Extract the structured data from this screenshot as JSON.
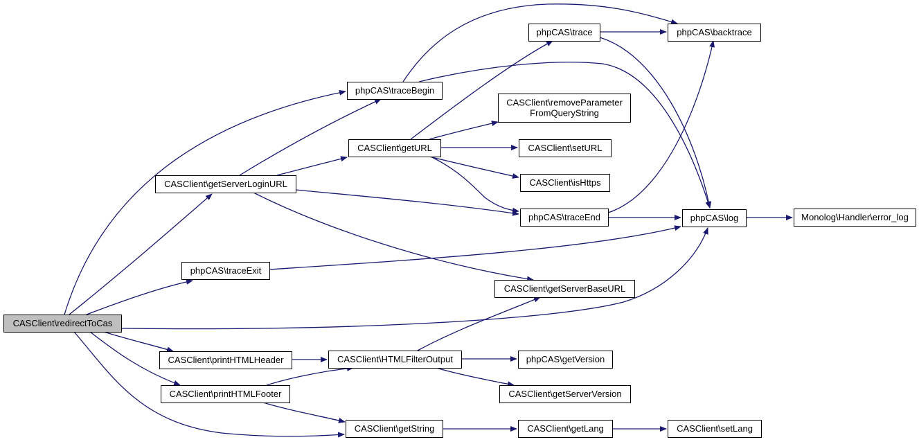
{
  "colors": {
    "edge": "#191970",
    "root_fill": "#bfbfbf",
    "node_fill": "#ffffff",
    "border": "#000000"
  },
  "nodes": {
    "redirectToCas": {
      "lines": [
        "CASClient\\redirectToCas"
      ],
      "root": true
    },
    "traceBegin": {
      "lines": [
        "phpCAS\\traceBegin"
      ]
    },
    "getServerLoginURL": {
      "lines": [
        "CASClient\\getServerLoginURL"
      ]
    },
    "traceExit": {
      "lines": [
        "phpCAS\\traceExit"
      ]
    },
    "printHTMLHeader": {
      "lines": [
        "CASClient\\printHTMLHeader"
      ]
    },
    "printHTMLFooter": {
      "lines": [
        "CASClient\\printHTMLFooter"
      ]
    },
    "trace": {
      "lines": [
        "phpCAS\\trace"
      ]
    },
    "removeParameter": {
      "lines": [
        "CASClient\\removeParameter",
        "FromQueryString"
      ]
    },
    "getURL": {
      "lines": [
        "CASClient\\getURL"
      ]
    },
    "setURL": {
      "lines": [
        "CASClient\\setURL"
      ]
    },
    "isHttps": {
      "lines": [
        "CASClient\\isHttps"
      ]
    },
    "traceEnd": {
      "lines": [
        "phpCAS\\traceEnd"
      ]
    },
    "getServerBaseURL": {
      "lines": [
        "CASClient\\getServerBaseURL"
      ]
    },
    "HTMLFilterOutput": {
      "lines": [
        "CASClient\\HTMLFilterOutput"
      ]
    },
    "getVersion": {
      "lines": [
        "phpCAS\\getVersion"
      ]
    },
    "getServerVersion": {
      "lines": [
        "CASClient\\getServerVersion"
      ]
    },
    "getString": {
      "lines": [
        "CASClient\\getString"
      ]
    },
    "getLang": {
      "lines": [
        "CASClient\\getLang"
      ]
    },
    "setLang": {
      "lines": [
        "CASClient\\setLang"
      ]
    },
    "backtrace": {
      "lines": [
        "phpCAS\\backtrace"
      ]
    },
    "log": {
      "lines": [
        "phpCAS\\log"
      ]
    },
    "error_log": {
      "lines": [
        "Monolog\\Handler\\error_log"
      ]
    }
  },
  "edges": [
    [
      "redirectToCas",
      "traceBegin"
    ],
    [
      "redirectToCas",
      "getServerLoginURL"
    ],
    [
      "redirectToCas",
      "traceExit"
    ],
    [
      "redirectToCas",
      "log"
    ],
    [
      "redirectToCas",
      "printHTMLHeader"
    ],
    [
      "redirectToCas",
      "printHTMLFooter"
    ],
    [
      "redirectToCas",
      "getString"
    ],
    [
      "traceBegin",
      "backtrace"
    ],
    [
      "traceBegin",
      "log"
    ],
    [
      "getServerLoginURL",
      "traceBegin"
    ],
    [
      "getServerLoginURL",
      "getURL"
    ],
    [
      "getServerLoginURL",
      "traceEnd"
    ],
    [
      "getServerLoginURL",
      "getServerBaseURL"
    ],
    [
      "getURL",
      "trace"
    ],
    [
      "getURL",
      "removeParameter"
    ],
    [
      "getURL",
      "setURL"
    ],
    [
      "getURL",
      "isHttps"
    ],
    [
      "getURL",
      "traceEnd"
    ],
    [
      "trace",
      "backtrace"
    ],
    [
      "trace",
      "log"
    ],
    [
      "traceEnd",
      "backtrace"
    ],
    [
      "traceEnd",
      "log"
    ],
    [
      "traceExit",
      "log"
    ],
    [
      "log",
      "error_log"
    ],
    [
      "printHTMLHeader",
      "HTMLFilterOutput"
    ],
    [
      "printHTMLFooter",
      "HTMLFilterOutput"
    ],
    [
      "printHTMLFooter",
      "getString"
    ],
    [
      "HTMLFilterOutput",
      "getServerBaseURL"
    ],
    [
      "HTMLFilterOutput",
      "getVersion"
    ],
    [
      "HTMLFilterOutput",
      "getServerVersion"
    ],
    [
      "getString",
      "getLang"
    ],
    [
      "getLang",
      "setLang"
    ]
  ]
}
